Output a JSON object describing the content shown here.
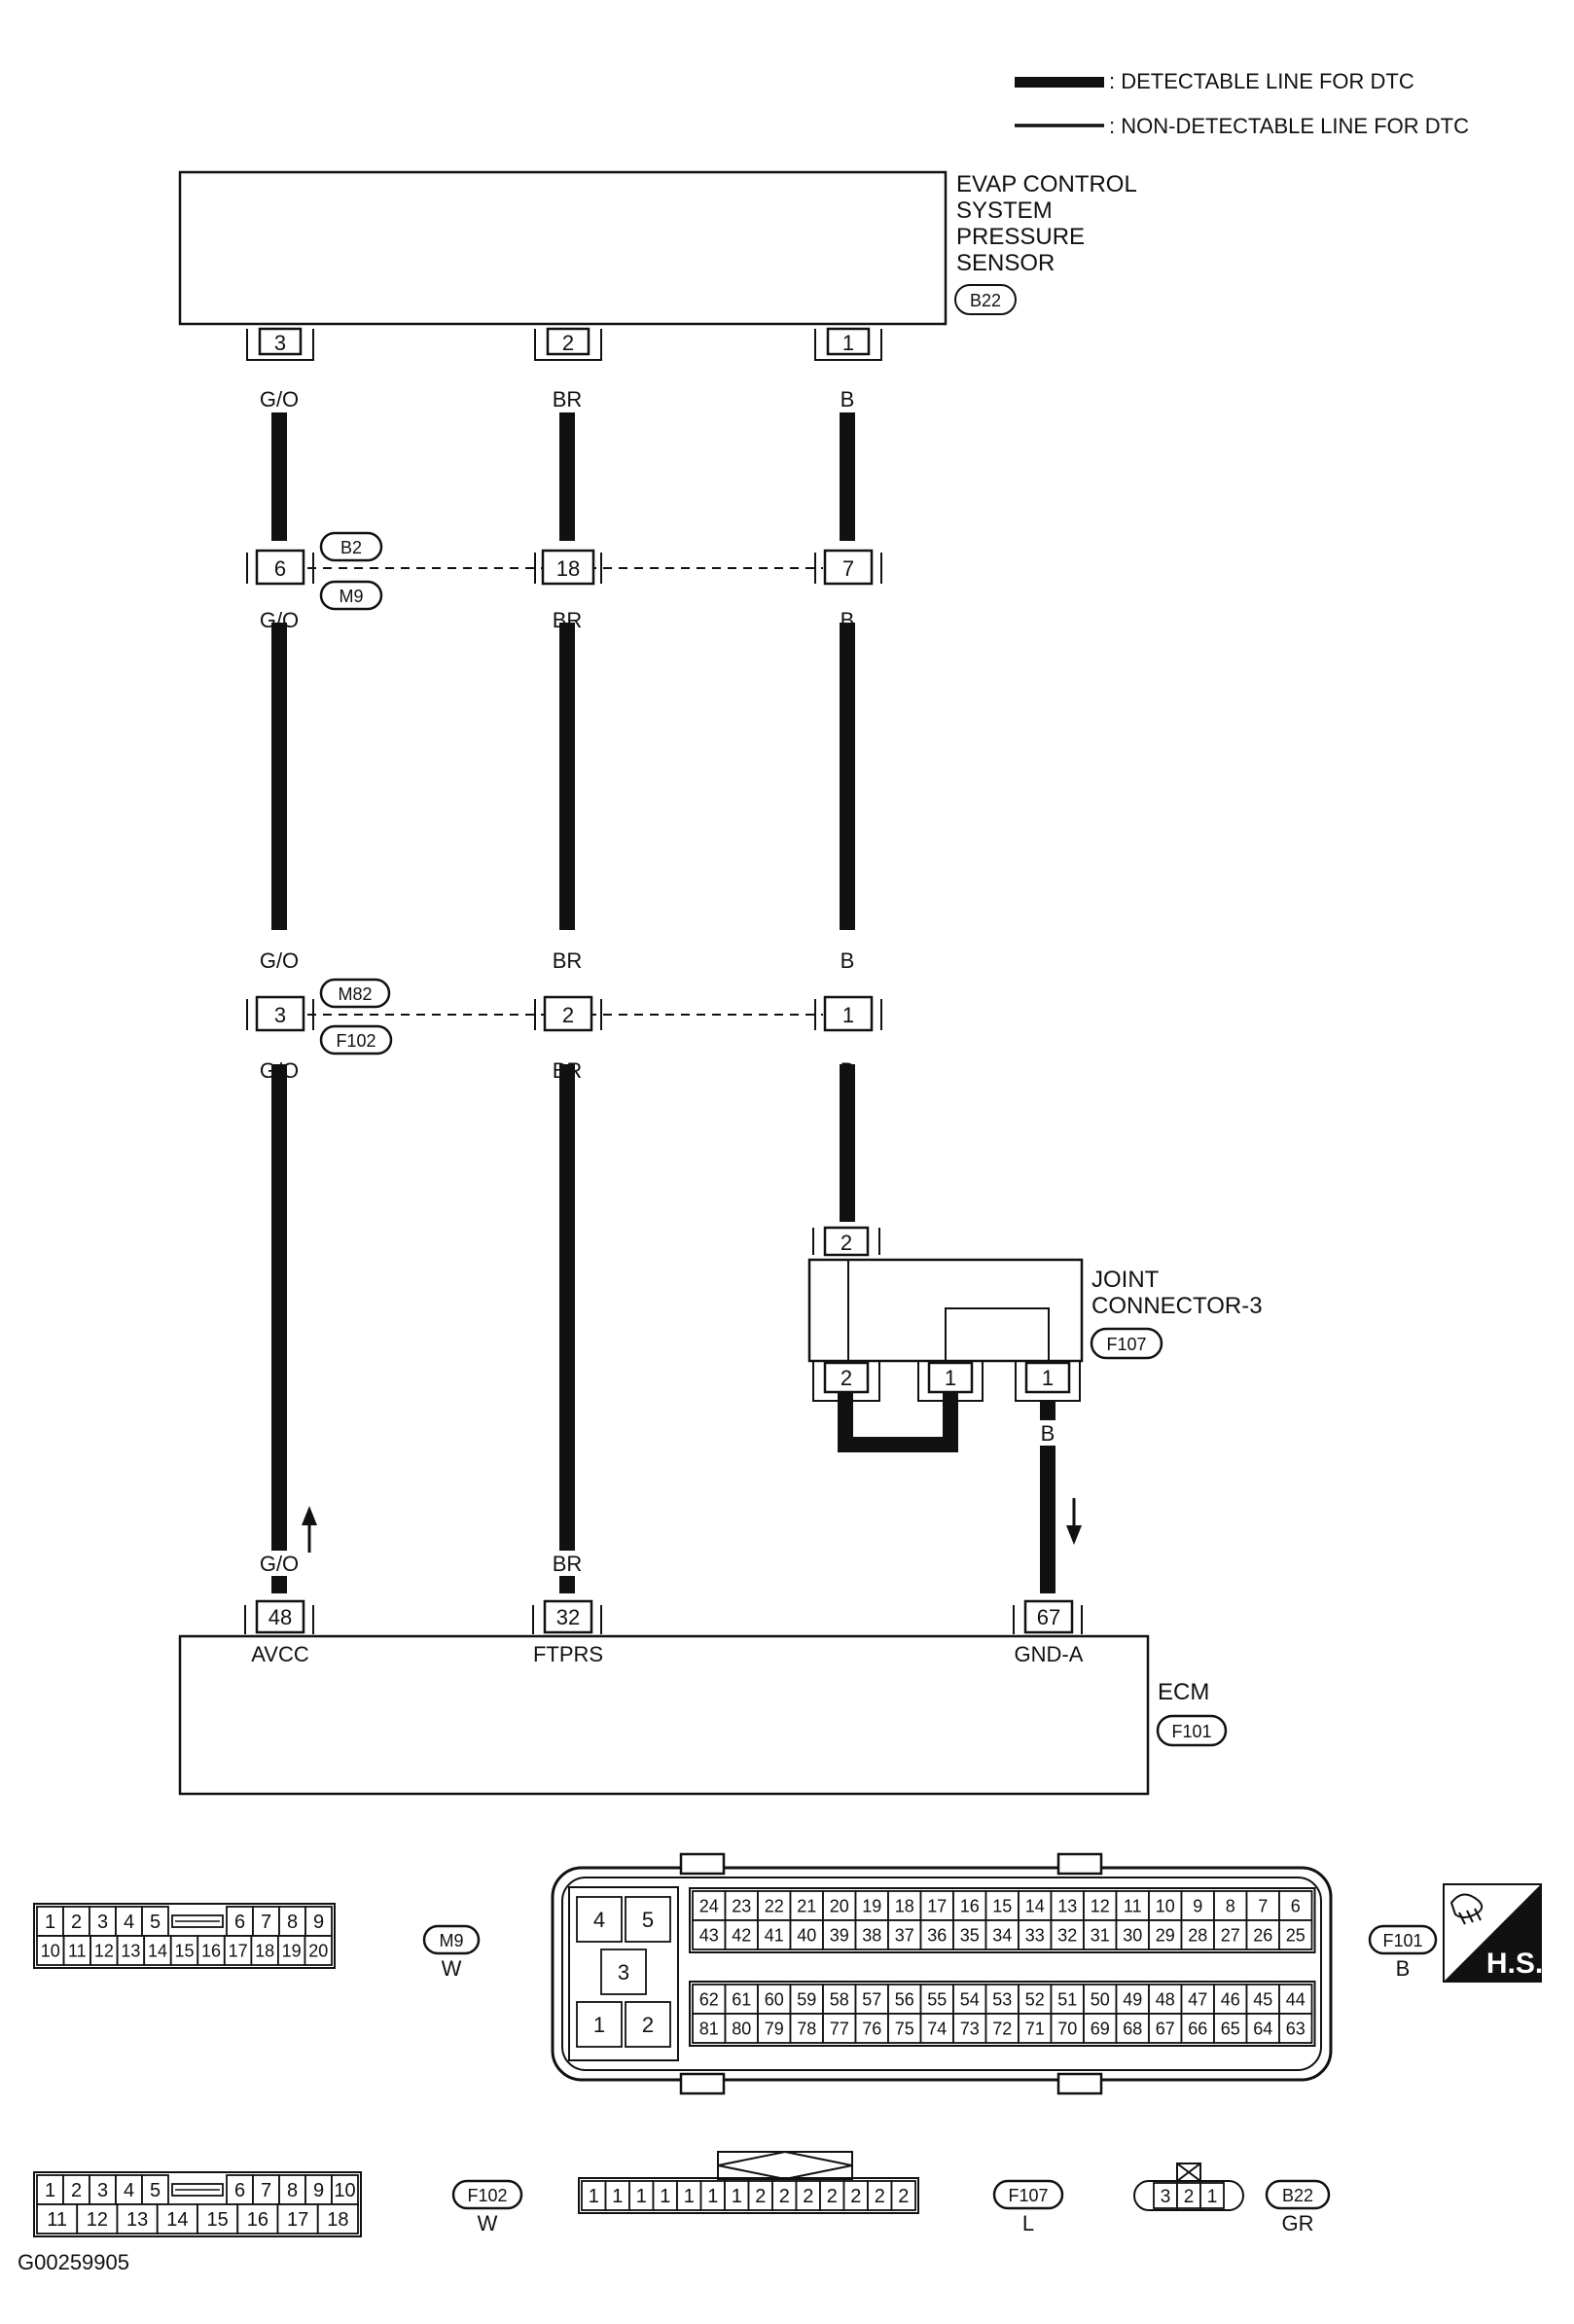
{
  "legend": {
    "detectable": ": DETECTABLE LINE FOR DTC",
    "non_detectable": ": NON-DETECTABLE LINE FOR DTC"
  },
  "evap_sensor": {
    "title_lines": [
      "EVAP CONTROL",
      "SYSTEM",
      "PRESSURE",
      "SENSOR"
    ],
    "connector": "B22",
    "pins": [
      "3",
      "2",
      "1"
    ]
  },
  "wire_colors": {
    "left": "G/O",
    "middle": "BR",
    "right": "B"
  },
  "inline_connector_1": {
    "pins": [
      "6",
      "18",
      "7"
    ],
    "tags": [
      "B2",
      "M9"
    ]
  },
  "inline_connector_2": {
    "pins": [
      "3",
      "2",
      "1"
    ],
    "tags": [
      "M82",
      "F102"
    ]
  },
  "joint_connector": {
    "title_lines": [
      "JOINT",
      "CONNECTOR-3"
    ],
    "connector": "F107",
    "top_pin": "2",
    "bottom_pins": [
      "2",
      "1",
      "1"
    ],
    "out_color": "B"
  },
  "ecm": {
    "title": "ECM",
    "connector": "F101",
    "pins": [
      "48",
      "32",
      "67"
    ],
    "signals": [
      "AVCC",
      "FTPRS",
      "GND-A"
    ]
  },
  "connector_views": {
    "m9": {
      "id": "M9",
      "color": "W",
      "row1": [
        "1",
        "2",
        "3",
        "4",
        "5",
        "6",
        "7",
        "8",
        "9"
      ],
      "row2": [
        "10",
        "11",
        "12",
        "13",
        "14",
        "15",
        "16",
        "17",
        "18",
        "19",
        "20"
      ]
    },
    "f101": {
      "id": "F101",
      "color": "B",
      "block": [
        "4",
        "5",
        "3",
        "1",
        "2"
      ],
      "row1": [
        "24",
        "23",
        "22",
        "21",
        "20",
        "19",
        "18",
        "17",
        "16",
        "15",
        "14",
        "13",
        "12",
        "11",
        "10",
        "9",
        "8",
        "7",
        "6"
      ],
      "row2": [
        "43",
        "42",
        "41",
        "40",
        "39",
        "38",
        "37",
        "36",
        "35",
        "34",
        "33",
        "32",
        "31",
        "30",
        "29",
        "28",
        "27",
        "26",
        "25"
      ],
      "row3": [
        "62",
        "61",
        "60",
        "59",
        "58",
        "57",
        "56",
        "55",
        "54",
        "53",
        "52",
        "51",
        "50",
        "49",
        "48",
        "47",
        "46",
        "45",
        "44"
      ],
      "row4": [
        "81",
        "80",
        "79",
        "78",
        "77",
        "76",
        "75",
        "74",
        "73",
        "72",
        "71",
        "70",
        "69",
        "68",
        "67",
        "66",
        "65",
        "64",
        "63"
      ]
    },
    "f102": {
      "id": "F102",
      "color": "W",
      "row1": [
        "1",
        "2",
        "3",
        "4",
        "5",
        "6",
        "7",
        "8",
        "9",
        "10"
      ],
      "row2": [
        "11",
        "12",
        "13",
        "14",
        "15",
        "16",
        "17",
        "18"
      ]
    },
    "f107": {
      "id": "F107",
      "color": "L",
      "pins": [
        "1",
        "1",
        "1",
        "1",
        "1",
        "1",
        "1",
        "2",
        "2",
        "2",
        "2",
        "2",
        "2",
        "2"
      ]
    },
    "b22": {
      "id": "B22",
      "color": "GR",
      "pins": [
        "3",
        "2",
        "1"
      ]
    }
  },
  "hs_badge": "H.S.",
  "figure_code": "G00259905"
}
